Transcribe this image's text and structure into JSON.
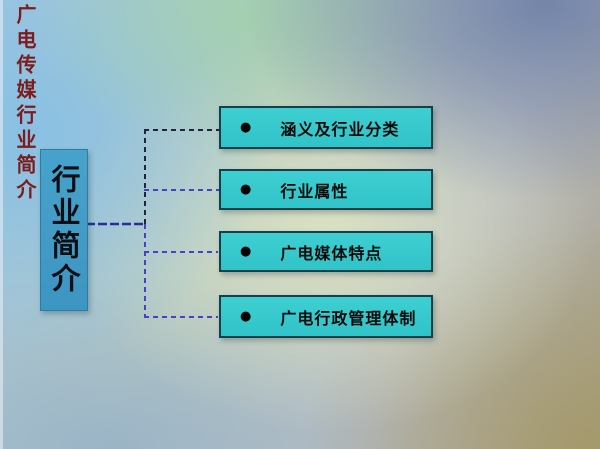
{
  "slide": {
    "vertical_title": "广电传媒行业简介"
  },
  "diagram": {
    "root": {
      "label": "行业简介"
    },
    "bullet_glyph": "●",
    "topics": [
      {
        "label": "涵义及行业分类"
      },
      {
        "label": "行业属性"
      },
      {
        "label": "广电媒体特点"
      },
      {
        "label": "广电行政管理体制"
      }
    ]
  },
  "colors": {
    "title_text": "#7c1c1c",
    "root_box_fill": "#3f9ac6",
    "topic_box_fill": "#35c9cc",
    "box_border": "#13404a",
    "connector_dark": "#23233f",
    "connector_blue": "#2c2c9e",
    "connector_violet": "#4a41c0",
    "text": "#0a0a0a"
  }
}
